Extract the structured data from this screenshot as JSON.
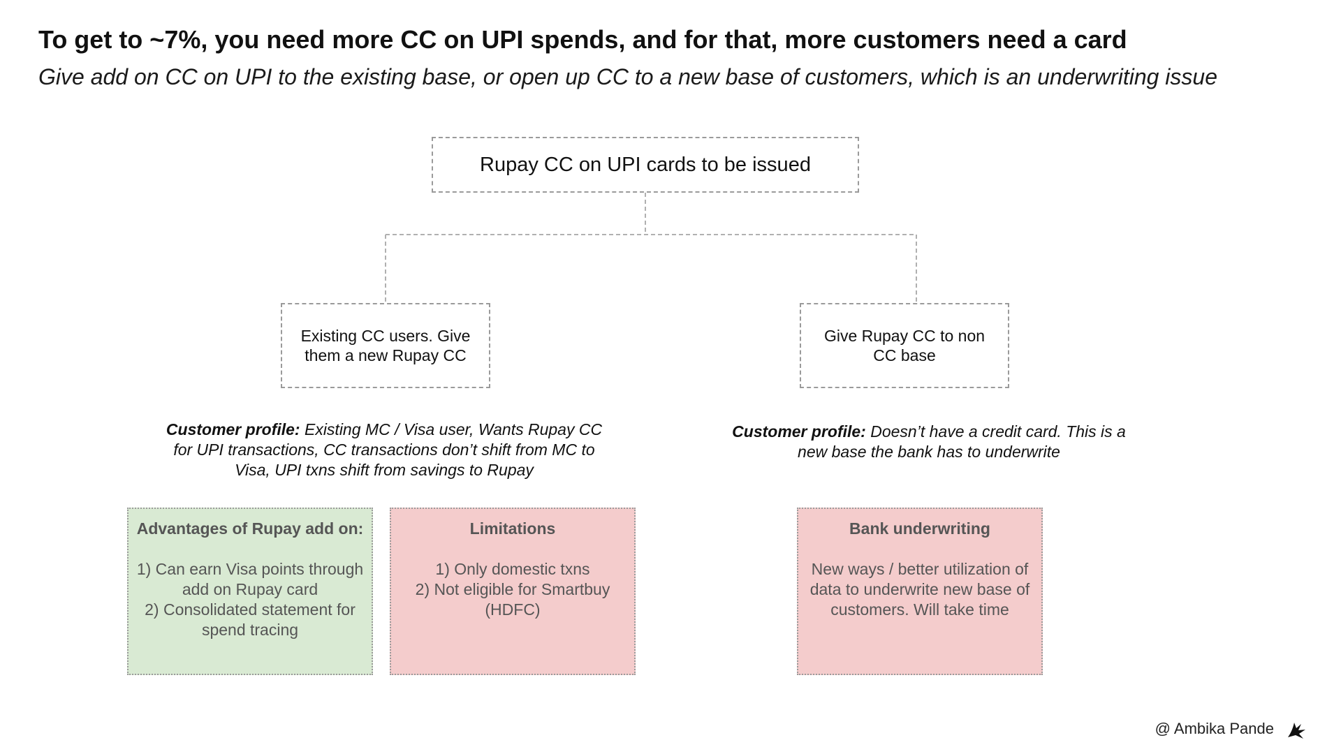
{
  "title": "To get to ~7%, you need more CC on UPI spends, and for that, more customers need a card",
  "subtitle": "Give add on CC on UPI to the existing base, or open up CC to a new base of customers, which is an underwriting issue",
  "tree": {
    "root": "Rupay CC on UPI cards to be issued",
    "left": "Existing CC users. Give them a new Rupay CC",
    "right": "Give Rupay CC to non CC base"
  },
  "profiles": {
    "left": {
      "label": "Customer profile:",
      "text": "Existing MC / Visa user, Wants Rupay CC for UPI transactions, CC transactions don’t shift from MC to Visa, UPI txns shift from savings to Rupay"
    },
    "right": {
      "label": "Customer profile:",
      "text": "Doesn’t have a credit card. This is a new base the bank has to underwrite"
    }
  },
  "boxes": {
    "advantages": {
      "heading": "Advantages of Rupay add on:",
      "lines": [
        "1) Can earn Visa points through add on Rupay card",
        "2) Consolidated statement for spend tracing"
      ],
      "color": "#d9ead3"
    },
    "limitations": {
      "heading": "Limitations",
      "lines": [
        "1) Only domestic txns",
        "2) Not eligible for Smartbuy (HDFC)"
      ],
      "color": "#f4cccc"
    },
    "bank": {
      "heading": "Bank underwriting",
      "lines": [
        "New ways / better utilization of data to underwrite new base of customers. Will take time"
      ],
      "color": "#f4cccc"
    }
  },
  "footer": {
    "author": "@ Ambika Pande",
    "logo_icon": "bird-icon"
  }
}
